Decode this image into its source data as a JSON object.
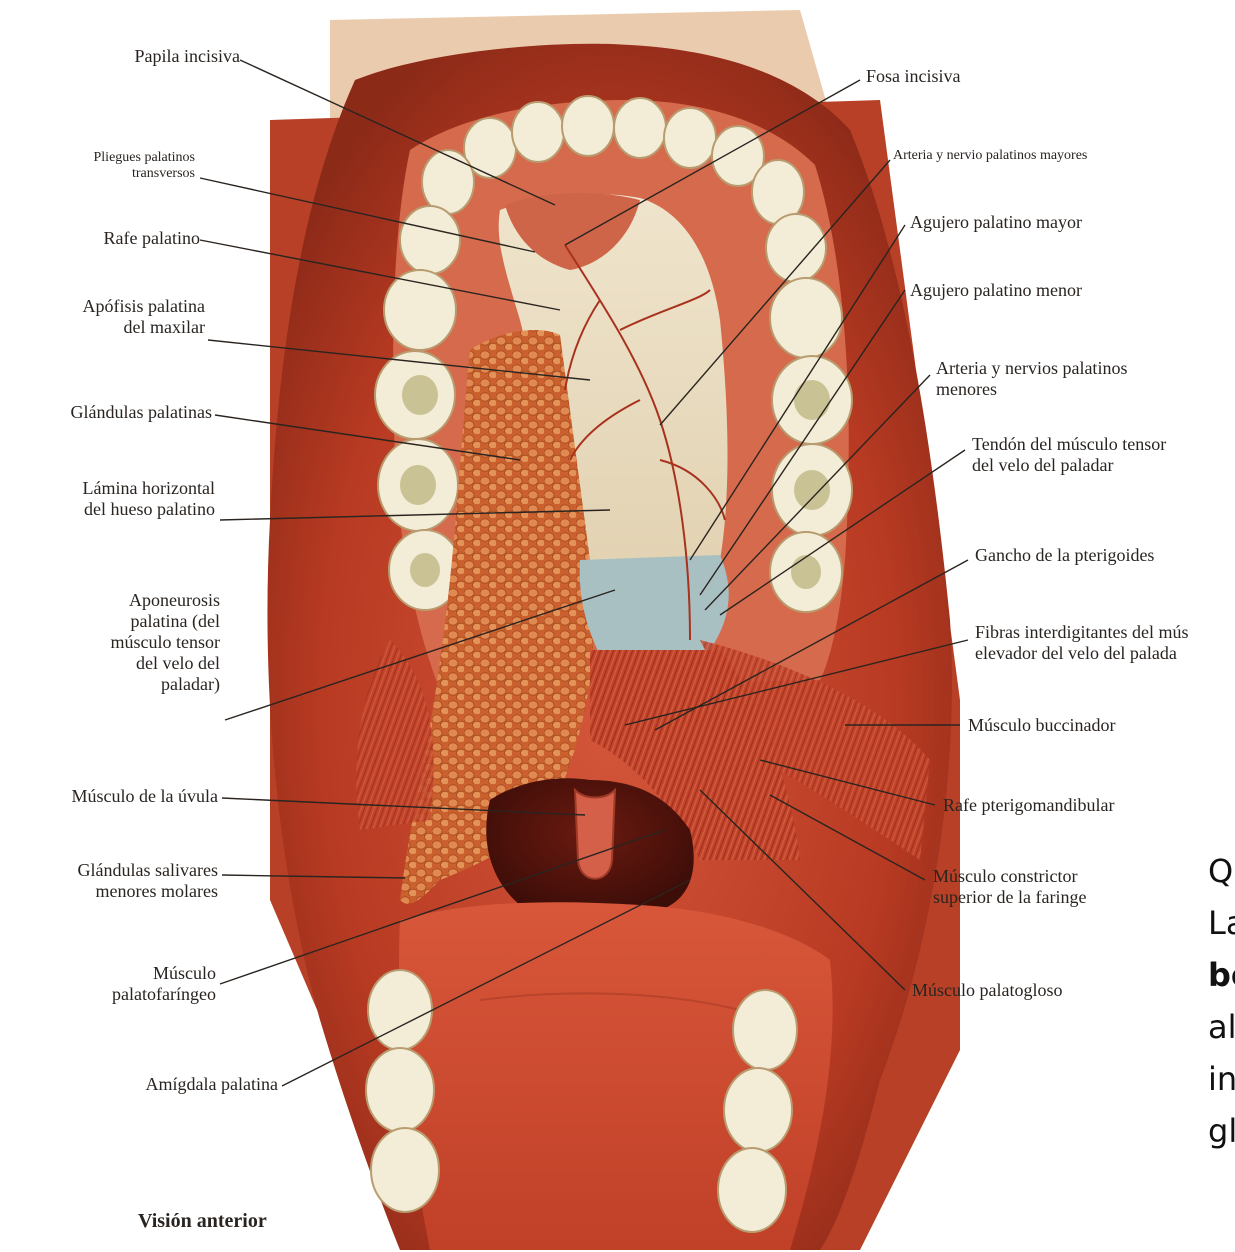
{
  "colors": {
    "background": "#ffffff",
    "tissue_dark": "#9e2f1c",
    "tissue_mid": "#c8482c",
    "tissue_light": "#e07a52",
    "palate_bone": "#e9dcc2",
    "glands": "#d9743f",
    "aponeurosis": "#9fb8bc",
    "teeth": "#f2ecd8",
    "text": "#2a2420"
  },
  "labels_left": [
    {
      "id": "papila-incisiva",
      "text": "Papila incisiva"
    },
    {
      "id": "pliegues-palatinos",
      "lines": [
        "Pliegues palatinos",
        "transversos"
      ]
    },
    {
      "id": "rafe-palatino",
      "text": "Rafe palatino"
    },
    {
      "id": "apofisis-palatina",
      "lines": [
        "Apófisis palatina",
        "del maxilar"
      ]
    },
    {
      "id": "glandulas-palatinas",
      "text": "Glándulas palatinas"
    },
    {
      "id": "lamina-horizontal",
      "lines": [
        "Lámina horizontal",
        "del hueso palatino"
      ]
    },
    {
      "id": "aponeurosis-palatina",
      "lines": [
        "Aponeurosis",
        "palatina (del",
        "músculo tensor",
        "del velo del",
        "paladar)"
      ]
    },
    {
      "id": "musculo-uvula",
      "text": "Músculo de la úvula"
    },
    {
      "id": "glandulas-salivares",
      "lines": [
        "Glándulas salivares",
        "menores molares"
      ]
    },
    {
      "id": "musculo-palatofaringeo",
      "lines": [
        "Músculo",
        "palatofaríngeo"
      ]
    },
    {
      "id": "amigdala-palatina",
      "text": "Amígdala palatina"
    }
  ],
  "labels_right": [
    {
      "id": "fosa-incisiva",
      "text": "Fosa incisiva"
    },
    {
      "id": "arteria-palatinos-mayores",
      "text": "Arteria y nervio palatinos mayores"
    },
    {
      "id": "agujero-palatino-mayor",
      "text": "Agujero palatino mayor"
    },
    {
      "id": "agujero-palatino-menor",
      "text": "Agujero palatino menor"
    },
    {
      "id": "arteria-palatinos-menores",
      "lines": [
        "Arteria y nervios palatinos",
        "menores"
      ]
    },
    {
      "id": "tendon-tensor",
      "lines": [
        "Tendón del músculo tensor",
        "del velo del paladar"
      ]
    },
    {
      "id": "gancho-pterigoides",
      "text": "Gancho de la pterigoides"
    },
    {
      "id": "fibras-interdigitantes",
      "lines": [
        "Fibras interdigitantes del mús",
        "elevador del velo del palada"
      ]
    },
    {
      "id": "musculo-buccinador",
      "text": "Músculo buccinador"
    },
    {
      "id": "rafe-pterigomandibular",
      "text": "Rafe pterigomandibular"
    },
    {
      "id": "constrictor-superior",
      "lines": [
        "Músculo constrictor",
        "superior de la faringe"
      ]
    },
    {
      "id": "musculo-palatogloso",
      "text": "Músculo palatogloso"
    }
  ],
  "view_title": "Visión anterior",
  "side_text": [
    {
      "text": "Q",
      "bold": false
    },
    {
      "text": "La",
      "bold": false
    },
    {
      "text": "bo",
      "bold": true
    },
    {
      "text": "al",
      "bold": false
    },
    {
      "text": "in",
      "bold": false
    },
    {
      "text": "gl",
      "bold": false
    }
  ]
}
